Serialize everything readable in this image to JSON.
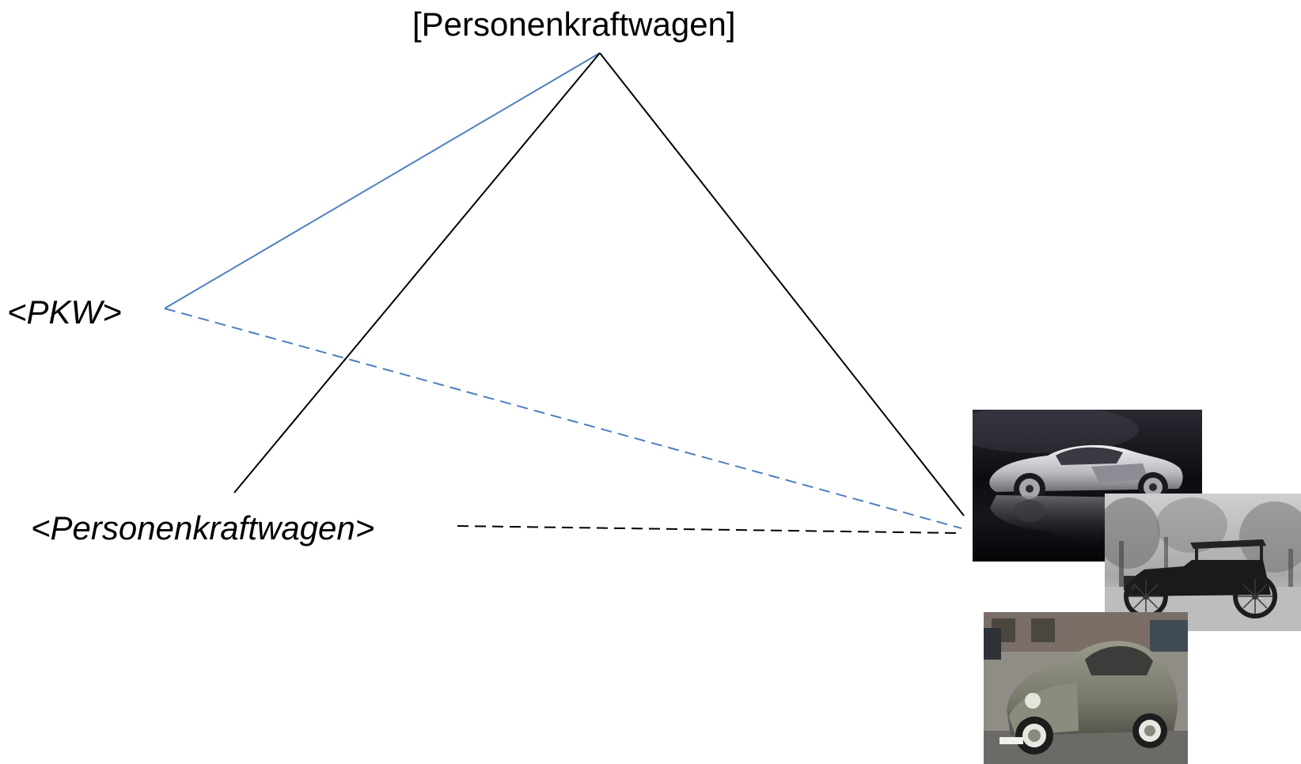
{
  "concept": {
    "label": "[Personenkraftwagen]"
  },
  "terms": [
    {
      "label": "<PKW>"
    },
    {
      "label": "<Personenkraftwagen>"
    }
  ],
  "referents": [
    {
      "icon": "sports-car-photo-icon"
    },
    {
      "icon": "vintage-car-photo-icon"
    },
    {
      "icon": "beetle-car-photo-icon"
    }
  ],
  "colors": {
    "link_blue": "#4f7fc0",
    "link_black": "#000000"
  }
}
